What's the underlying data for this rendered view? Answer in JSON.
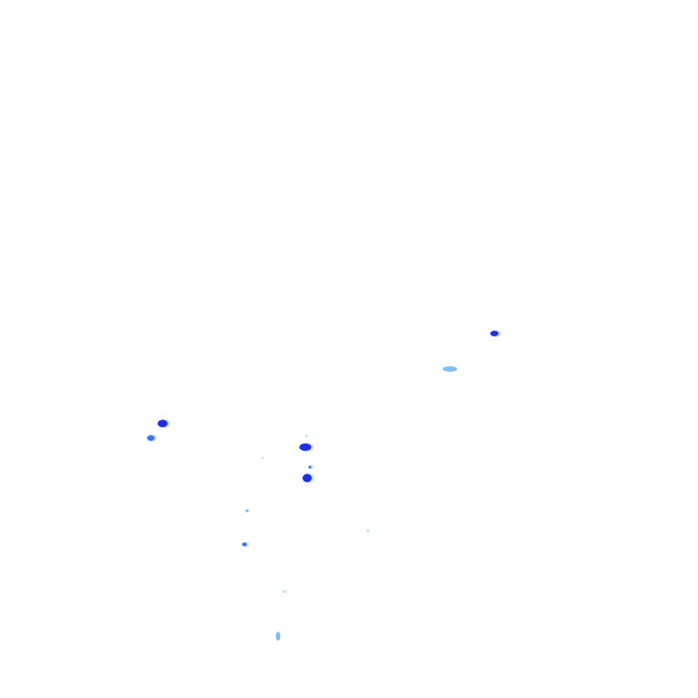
{
  "colors": {
    "background": "#ffffff",
    "intensity": {
      "strong": "#1e2ee6",
      "medium": "#3f6ef5",
      "light": "#7fbdf8",
      "faint": "#b9dffb"
    }
  },
  "echoes": [
    {
      "intensity": "strong"
    },
    {
      "intensity": "light"
    },
    {
      "intensity": "strong"
    },
    {
      "intensity": "medium"
    },
    {
      "intensity": "strong"
    },
    {
      "intensity": "faint"
    },
    {
      "intensity": "strong"
    },
    {
      "intensity": "faint"
    },
    {
      "intensity": "light"
    },
    {
      "intensity": "faint"
    },
    {
      "intensity": "medium"
    },
    {
      "intensity": "faint"
    },
    {
      "intensity": "light"
    },
    {
      "intensity": "medium"
    }
  ]
}
